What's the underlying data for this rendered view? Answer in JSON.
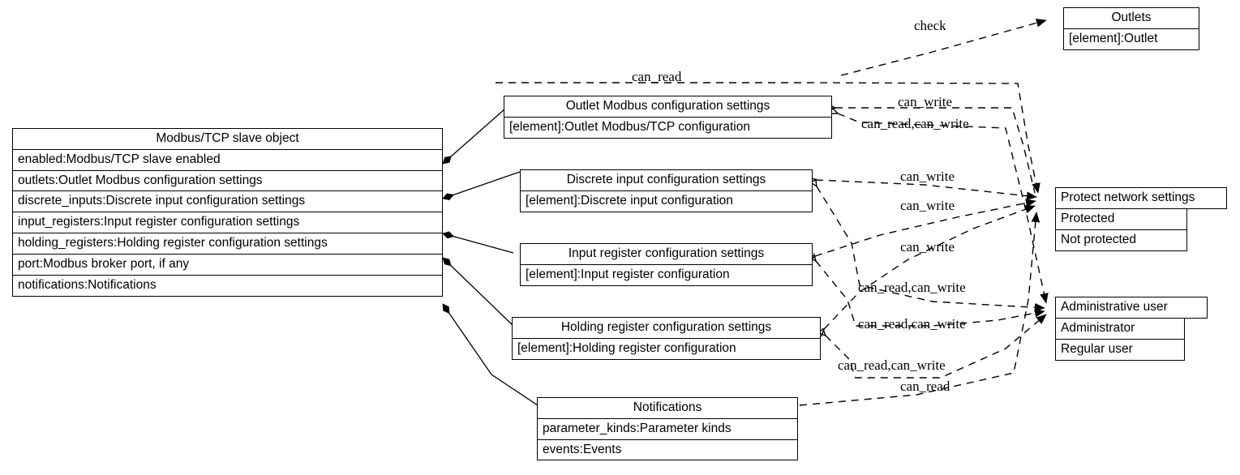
{
  "diagram": {
    "title_text": "Modbus/TCP slave object",
    "type": "uml-class-diagram"
  },
  "classes": {
    "modbus_slave": {
      "title": "Modbus/TCP slave object",
      "rows": [
        "enabled:Modbus/TCP slave enabled",
        "outlets:Outlet Modbus configuration settings",
        "discrete_inputs:Discrete input configuration settings",
        "input_registers:Input register configuration settings",
        "holding_registers:Holding register configuration settings",
        "port:Modbus broker port, if any",
        "notifications:Notifications"
      ]
    },
    "outlet_modbus": {
      "title": "Outlet Modbus configuration settings",
      "rows": [
        "[element]:Outlet Modbus/TCP configuration"
      ]
    },
    "discrete_input": {
      "title": "Discrete input configuration settings",
      "rows": [
        "[element]:Discrete input configuration"
      ]
    },
    "input_register": {
      "title": "Input register configuration settings",
      "rows": [
        "[element]:Input register configuration"
      ]
    },
    "holding_register": {
      "title": "Holding register configuration settings",
      "rows": [
        "[element]:Holding register configuration"
      ]
    },
    "notifications": {
      "title": "Notifications",
      "rows": [
        "parameter_kinds:Parameter kinds",
        "events:Events"
      ]
    },
    "outlets": {
      "title": "Outlets",
      "rows": [
        "[element]:Outlet"
      ]
    },
    "protect_network_settings": {
      "title": "Protect network settings",
      "rows": [
        "Protected",
        "Not protected"
      ]
    },
    "administrative_user": {
      "title": "Administrative user",
      "rows": [
        "Administrator",
        "Regular user"
      ]
    }
  },
  "edge_labels": {
    "check": "check",
    "can_read_top": "can_read",
    "can_write_outlet": "can_write",
    "can_read_write_outlet": "can_read,can_write",
    "can_write_discrete": "can_write",
    "can_write_input": "can_write",
    "can_write_holding": "can_write",
    "can_read_write_1": "can_read,can_write",
    "can_read_write_2": "can_read,can_write",
    "can_read_write_3": "can_read,can_write",
    "can_read_bottom": "can_read"
  },
  "colors": {
    "stroke": "#000000",
    "fill": "#ffffff",
    "text": "#000000"
  }
}
